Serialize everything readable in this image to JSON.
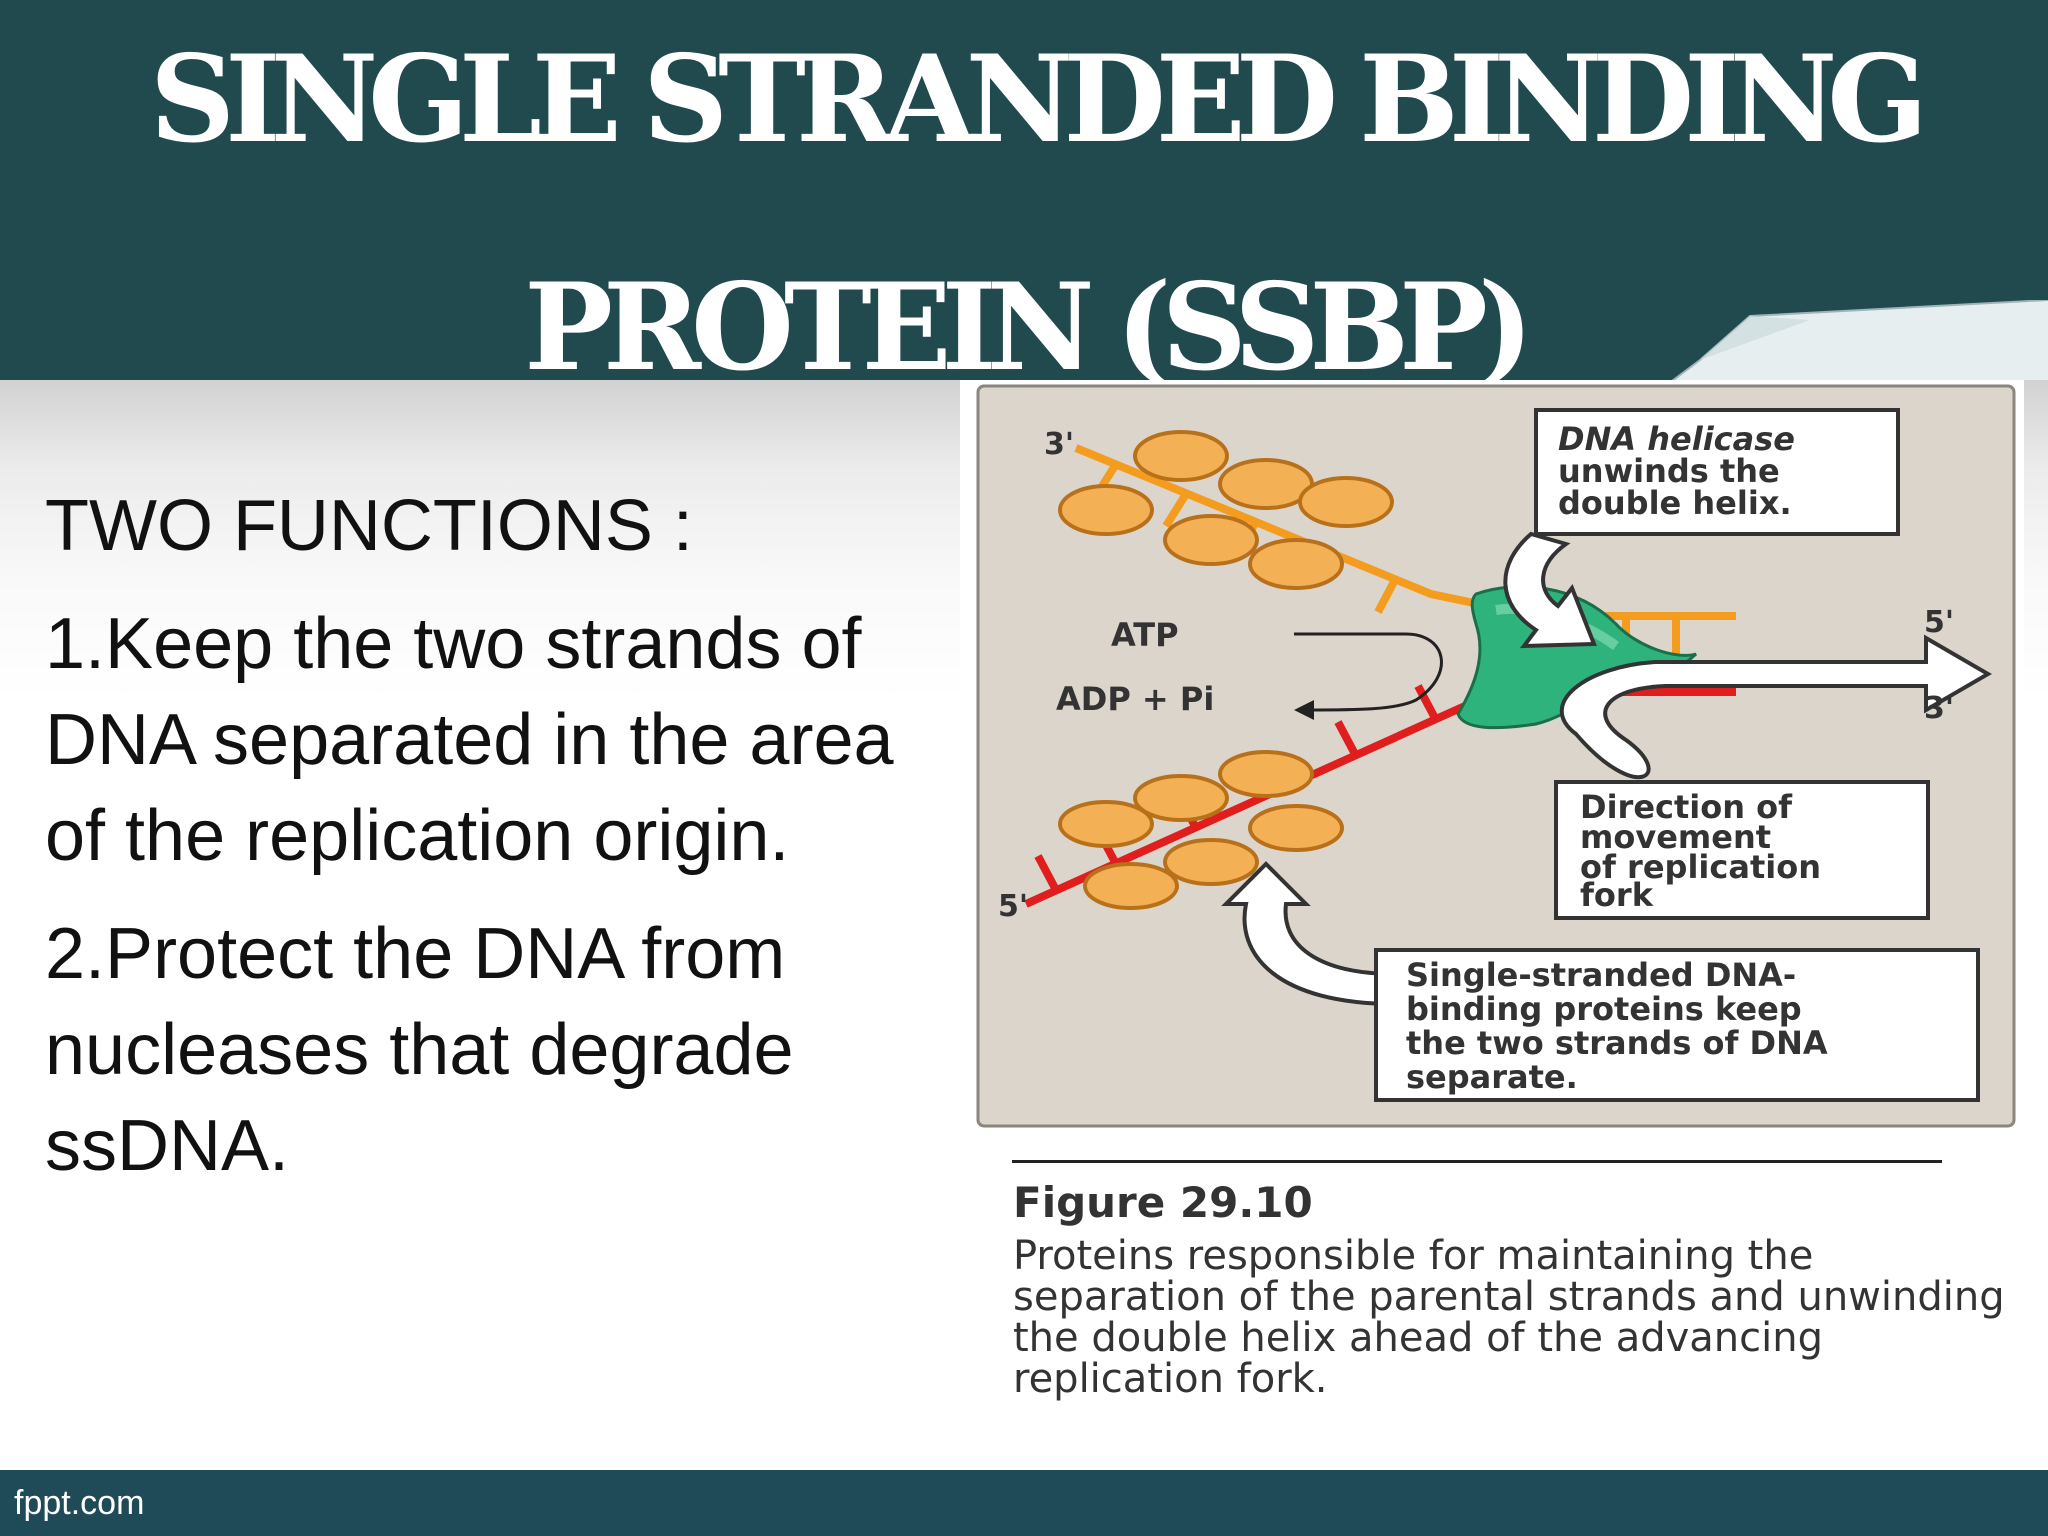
{
  "title": {
    "line1": "SINGLE STRANDED BINDING",
    "line2": "PROTEIN (SSBP)"
  },
  "bullets": {
    "heading": "TWO FUNCTIONS :",
    "items": [
      "1.Keep the two strands of DNA separated in the area of the replication origin.",
      "2.Protect the DNA from nucleases that degrade ssDNA."
    ]
  },
  "figure": {
    "labels": {
      "three_prime_top": "3'",
      "five_prime_right": "5'",
      "three_prime_right": "3'",
      "five_prime_bottom": "5'",
      "atp": "ATP",
      "adp": "ADP + Pi"
    },
    "callouts": {
      "helicase_title": "DNA helicase",
      "helicase_line2": "unwinds the",
      "helicase_line3": "double helix.",
      "direction_line1": "Direction of",
      "direction_line2": "movement",
      "direction_line3": "of replication",
      "direction_line4": "fork",
      "ssb_line1": "Single-stranded DNA-",
      "ssb_line2": "binding proteins keep",
      "ssb_line3": "the two strands of DNA",
      "ssb_line4": "separate."
    },
    "number": "Figure 29.10",
    "caption": "Proteins responsible for maintaining the separation of the parental strands and unwinding the double helix ahead of the advancing replication fork."
  },
  "footer": {
    "brand": "fppt.com"
  },
  "colors": {
    "header": "#214a4e",
    "footer": "#1f4a58",
    "diagram_bg": "#dcd5cb",
    "top_strand": "#f39c1e",
    "bottom_strand": "#e11e1e",
    "ssb_protein": "#f4b055",
    "helicase": "#2fb37c"
  }
}
